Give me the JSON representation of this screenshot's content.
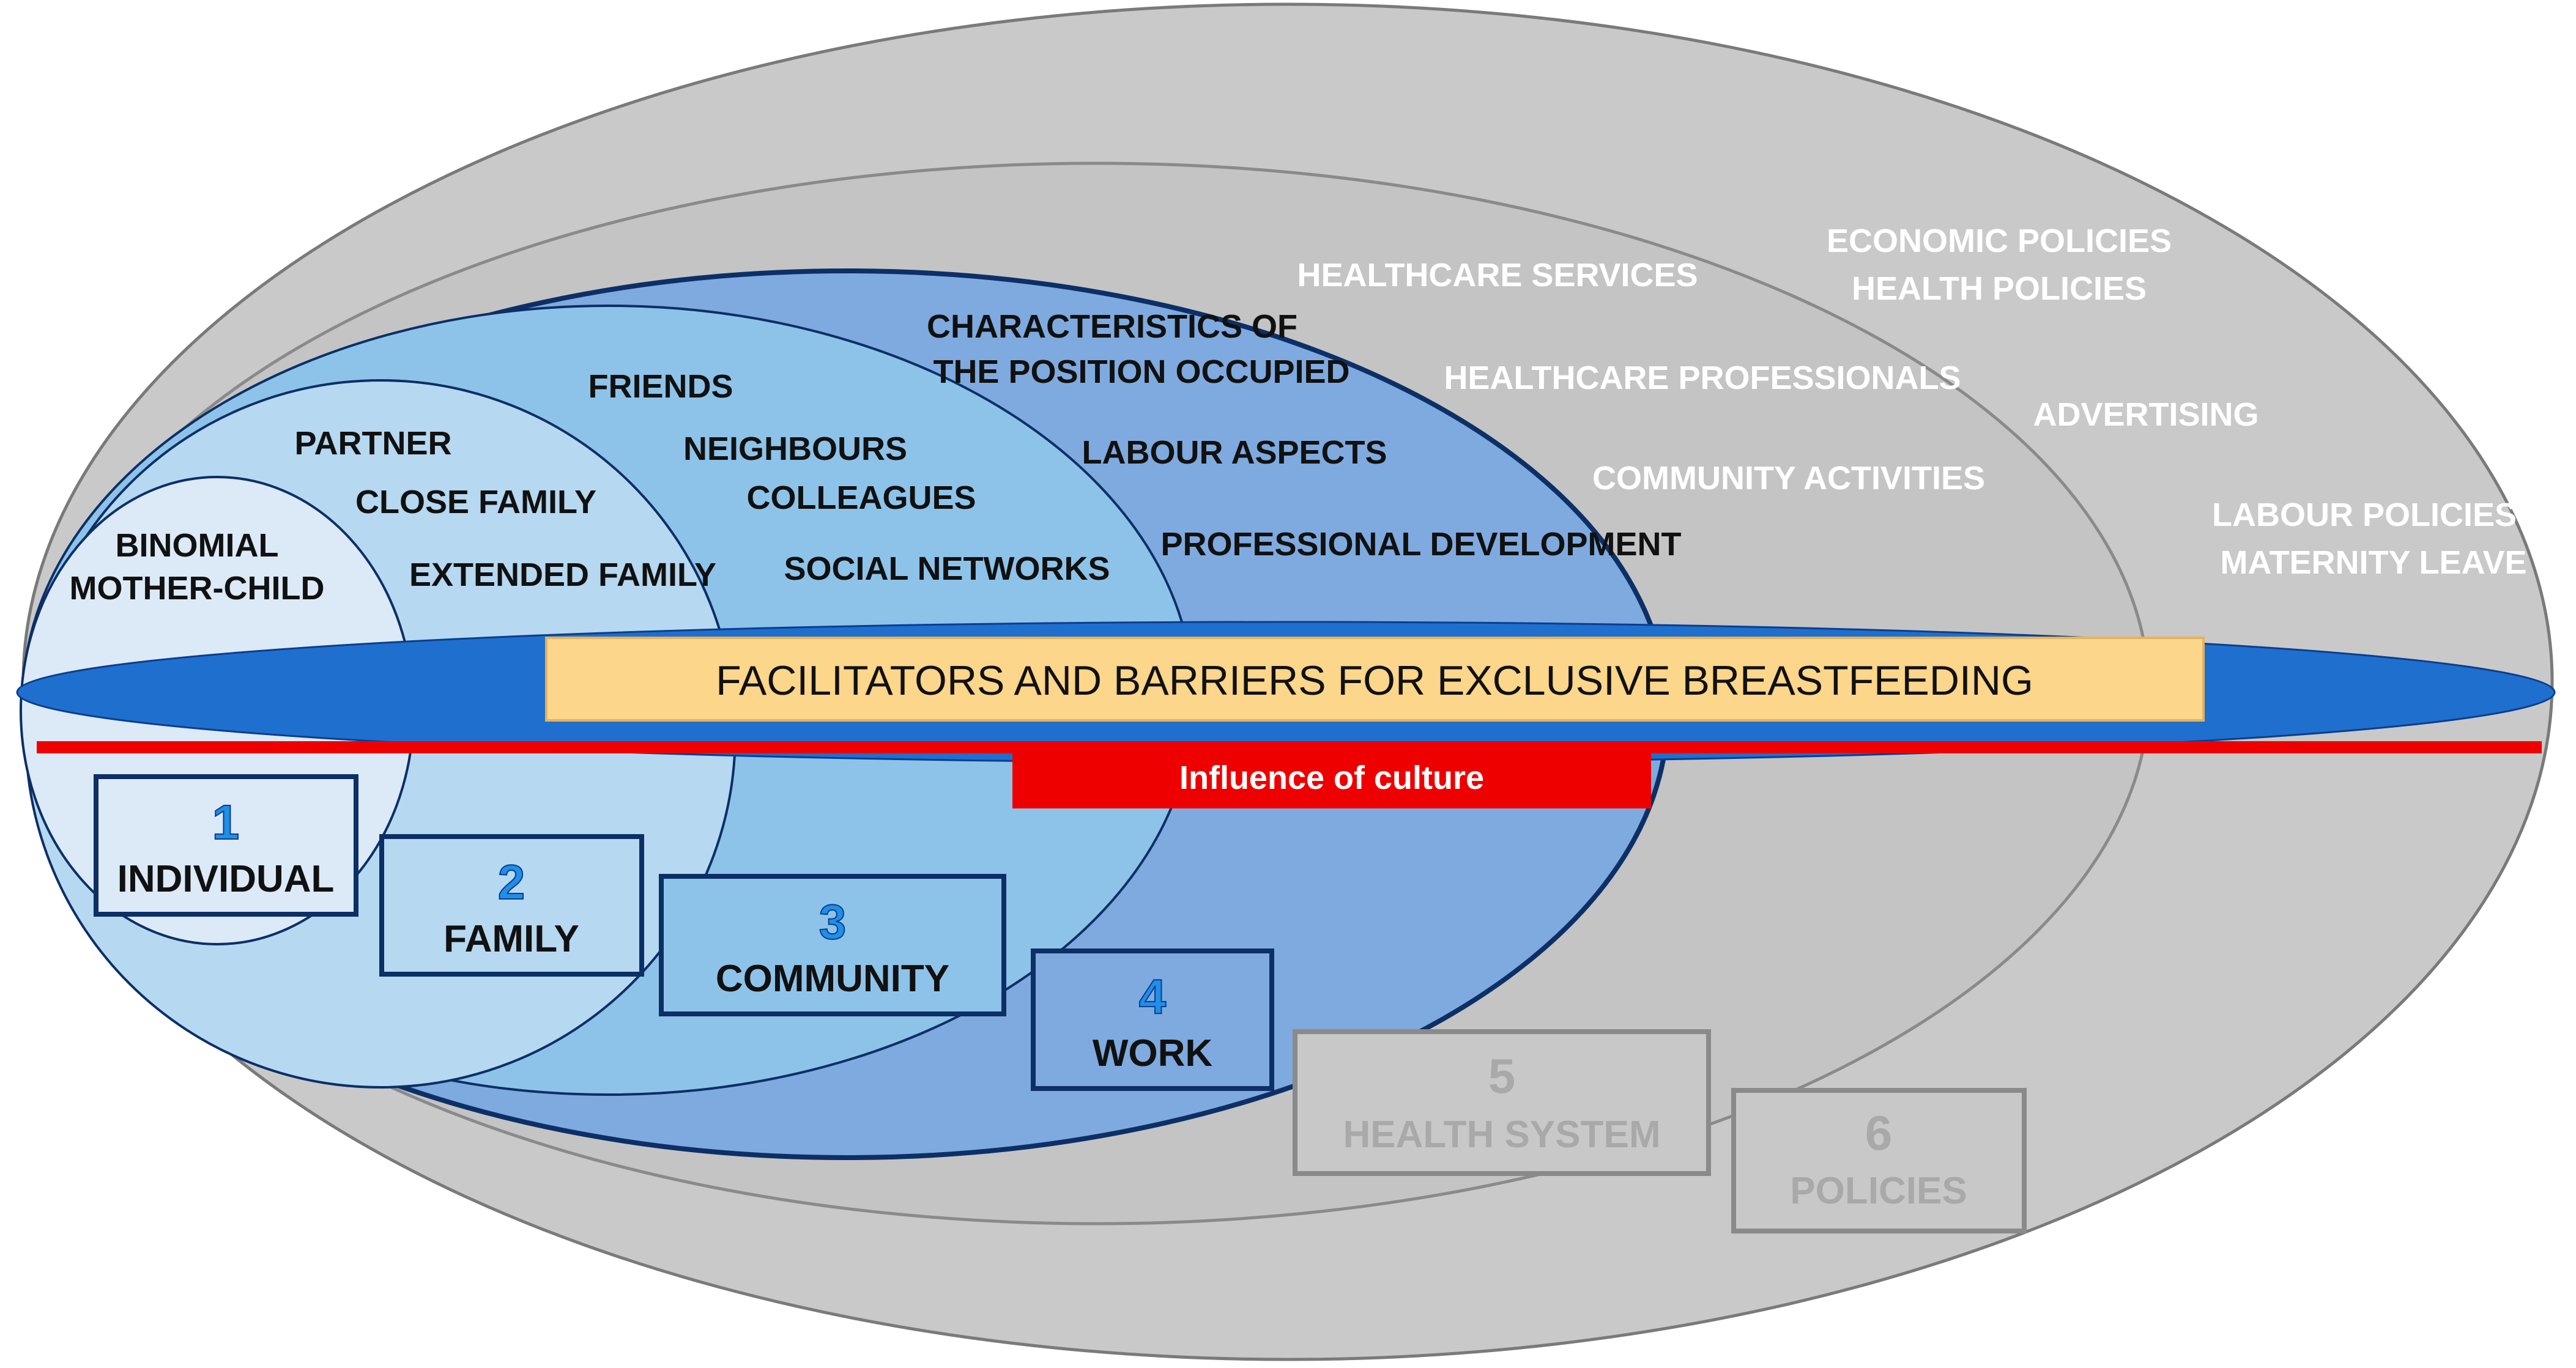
{
  "title": "FACILITATORS AND BARRIERS FOR EXCLUSIVE BREASTFEEDING",
  "culture_label": "Influence of culture",
  "colors": {
    "outer_grey": "#c9c9c9",
    "inner_grey": "#c4c4c4",
    "work": "#7faadf",
    "community": "#8ec3e9",
    "family": "#b6d8f1",
    "individual": "#dce9f7",
    "band_blue": "#1f6fcf",
    "title_fill": "#fbd68b",
    "culture_red": "#ee0000"
  },
  "levels": {
    "individual": {
      "number": "1",
      "name": "INDIVIDUAL",
      "items": [
        "BINOMIAL",
        "MOTHER-CHILD"
      ]
    },
    "family": {
      "number": "2",
      "name": "FAMILY",
      "items": [
        "PARTNER",
        "CLOSE FAMILY",
        "EXTENDED FAMILY"
      ]
    },
    "community": {
      "number": "3",
      "name": "COMMUNITY",
      "items": [
        "FRIENDS",
        "NEIGHBOURS",
        "COLLEAGUES",
        "SOCIAL NETWORKS"
      ]
    },
    "work": {
      "number": "4",
      "name": "WORK",
      "items": [
        "CHARACTERISTICS OF",
        "THE POSITION OCCUPIED",
        "LABOUR ASPECTS",
        "PROFESSIONAL DEVELOPMENT"
      ]
    },
    "health_system": {
      "number": "5",
      "name": "HEALTH SYSTEM",
      "items": [
        "HEALTHCARE SERVICES",
        "HEALTHCARE PROFESSIONALS",
        "COMMUNITY ACTIVITIES"
      ]
    },
    "policies": {
      "number": "6",
      "name": "POLICIES",
      "items": [
        "ECONOMIC POLICIES",
        "HEALTH POLICIES",
        "ADVERTISING",
        "LABOUR POLICIES–",
        "MATERNITY LEAVE"
      ]
    }
  }
}
